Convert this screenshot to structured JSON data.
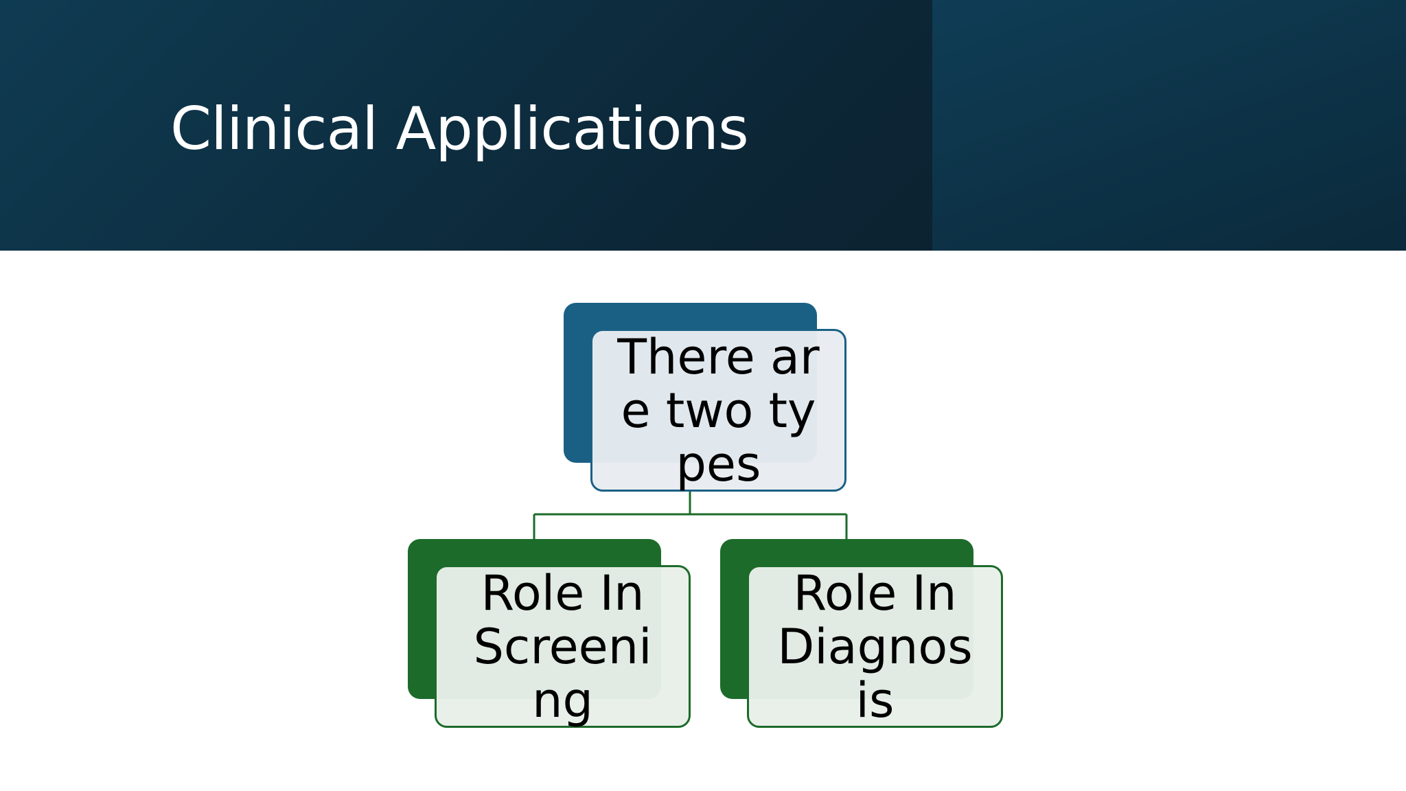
{
  "slide": {
    "title": "Clinical Applications"
  },
  "diagram": {
    "root": {
      "label": "There are two types"
    },
    "children": [
      {
        "label": "Role In Screening"
      },
      {
        "label": "Role In Diagnosis"
      }
    ]
  },
  "colors": {
    "header_dark": "#0c2636",
    "root_fill": "#1a6085",
    "child_fill": "#1c6b2a",
    "connector": "#1c6b2a"
  }
}
